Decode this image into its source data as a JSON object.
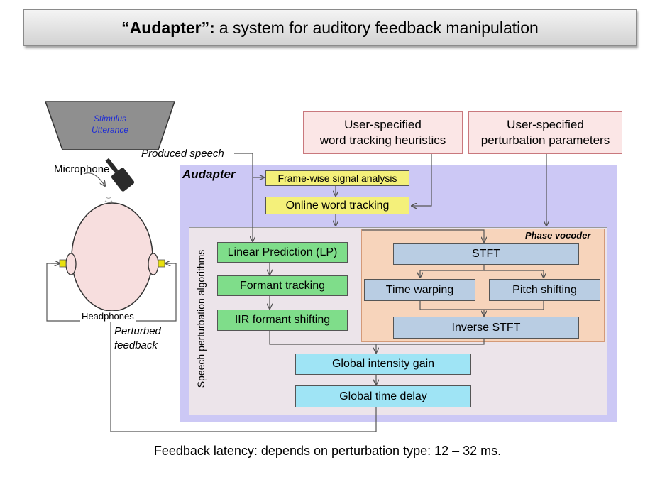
{
  "title": {
    "bold": "“Audapter”:",
    "rest": "a system for auditory feedback manipulation"
  },
  "stimulus": {
    "line1": "Stimulus",
    "line2": "Utterance"
  },
  "labels": {
    "produced_speech": "Produced speech",
    "microphone": "Microphone",
    "headphones": "Headphones",
    "perturbed_line1": "Perturbed",
    "perturbed_line2": "feedback",
    "audapter": "Audapter",
    "phase_vocoder": "Phase vocoder",
    "speech_perturbation": "Speech perturbation algorithms"
  },
  "user_boxes": {
    "heuristics_line1": "User-specified",
    "heuristics_line2": "word tracking heuristics",
    "params_line1": "User-specified",
    "params_line2": "perturbation parameters"
  },
  "blocks": {
    "frame_analysis": "Frame-wise signal analysis",
    "online_tracking": "Online word tracking",
    "linear_prediction": "Linear Prediction (LP)",
    "formant_tracking": "Formant tracking",
    "iir_shifting": "IIR formant shifting",
    "stft": "STFT",
    "time_warping": "Time warping",
    "pitch_shifting": "Pitch shifting",
    "inverse_stft": "Inverse STFT",
    "intensity_gain": "Global intensity gain",
    "time_delay": "Global time delay"
  },
  "footer": "Feedback latency: depends on perturbation type: 12 – 32 ms.",
  "colors": {
    "audapter_bg": "#ccc8f5",
    "perturbation_bg": "#ece4ea",
    "vocoder_bg": "#f7d4bb",
    "head": "#f7dede"
  }
}
